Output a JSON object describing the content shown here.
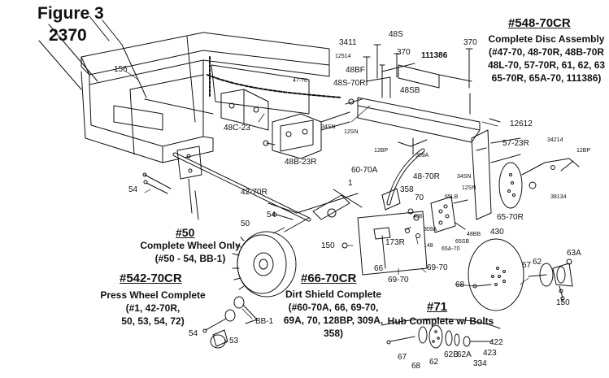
{
  "figure": {
    "title": "Figure 3",
    "model": "2370"
  },
  "assemblies": [
    {
      "number": "#548-70CR",
      "title": "Complete Disc Assembly",
      "lines": [
        "(#47-70, 48-70R, 48B-70R",
        "48L-70, 57-70R, 61, 62, 63",
        "65-70R, 65A-70, 111386)"
      ]
    },
    {
      "number": "#50",
      "title": "Complete Wheel Only",
      "lines": [
        "(#50 - 54, BB-1)"
      ]
    },
    {
      "number": "#542-70CR",
      "title": "Press Wheel Complete",
      "lines": [
        "(#1, 42-70R,",
        "50, 53, 54, 72)"
      ]
    },
    {
      "number": "#66-70CR",
      "title": "Dirt Shield Complete",
      "lines": [
        "(#60-70A, 66, 69-70,",
        "69A, 70, 128BP, 309A,",
        "358)"
      ]
    },
    {
      "number": "#71",
      "title": "Hub Complete w/ Bolts",
      "lines": []
    }
  ],
  "part_labels": {
    "p156": "156",
    "p47_70": "47-70",
    "p48c_23": "48C-23",
    "p3411": "3411",
    "p48s": "48S",
    "p370a": "370",
    "p370b": "370",
    "p111386": "111386",
    "p12514": "12514",
    "p48bf": "48BF",
    "p48s_70r": "48S-70R",
    "p48sb": "48SB",
    "p34sn_a": "34SN",
    "p12sn_a": "12SN",
    "p48b_23r": "48B-23R",
    "p12612": "12612",
    "p12bp_a": "12BP",
    "p309a": "309A",
    "p60_70a": "60-70A",
    "p48_70r": "48-70R",
    "p12sn_b": "12SN",
    "p34sn_b": "34SN",
    "p57_23r": "57-23R",
    "p34214": "34214",
    "p12bp_b": "12BP",
    "p54a": "54",
    "p42_70r": "42-70R",
    "p1": "1",
    "p358": "358",
    "p70": "70",
    "p65lb": "65LB",
    "p406": "406",
    "p54b": "54",
    "p38134": "38134",
    "p65_70r": "65-70R",
    "p50": "50",
    "p309a_b": "309A",
    "p48bb": "48BB",
    "p430": "430",
    "p173r": "173R",
    "p65sb": "65SB",
    "p65a_70": "65A-70",
    "p150a": "150",
    "p148": "148",
    "p63a": "63A",
    "p67a": "67",
    "p62a": "62",
    "p66": "66",
    "p69_70a": "69-70",
    "p69_70b": "69-70",
    "p68a": "68",
    "p150b": "150",
    "p53": "53",
    "pbb1": "BB-1",
    "p54c": "54",
    "p422": "422",
    "p423": "423",
    "p67b": "67",
    "p68b": "68",
    "p62b": "62",
    "p62bb": "62B",
    "p62ab": "62A",
    "p334": "334"
  },
  "colors": {
    "ink": "#111111",
    "background": "#ffffff",
    "shade": "#cfcfcf"
  }
}
